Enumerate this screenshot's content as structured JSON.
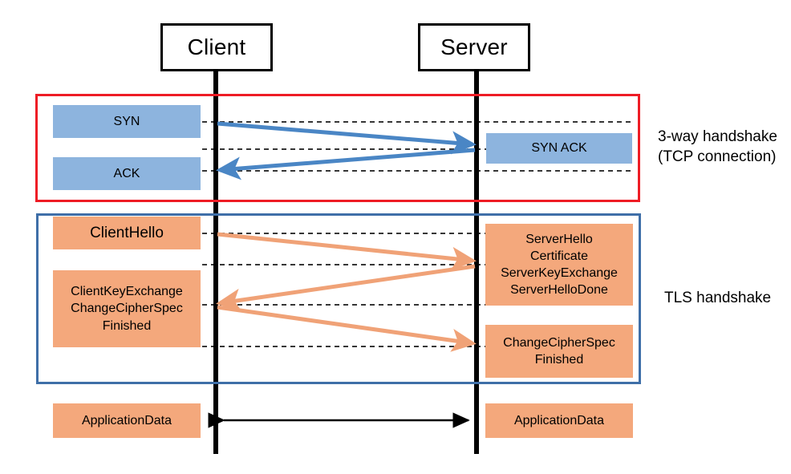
{
  "diagram": {
    "title": "TCP 3-way handshake and TLS handshake sequence diagram",
    "colors": {
      "blue_fill": "#8db4de",
      "orange_fill": "#f4a87c",
      "blue_arrow": "#4a86c5",
      "orange_arrow": "#f0a277",
      "red_group_border": "#ee1c25",
      "blue_group_border": "#3f6fa8",
      "lifeline": "#000000",
      "dashed_guide": "#000000"
    }
  },
  "participants": [
    {
      "name": "client",
      "label": "Client"
    },
    {
      "name": "server",
      "label": "Server"
    }
  ],
  "groups": [
    {
      "name": "tcp-handshake",
      "caption": "3-way handshake\n(TCP connection)",
      "border_color": "#ee1c25"
    },
    {
      "name": "tls-handshake",
      "caption": "TLS handshake",
      "border_color": "#3f6fa8"
    }
  ],
  "messages": {
    "client": [
      {
        "name": "syn",
        "label": "SYN",
        "color": "blue"
      },
      {
        "name": "ack",
        "label": "ACK",
        "color": "blue"
      },
      {
        "name": "client-hello",
        "label": "ClientHello",
        "color": "orange"
      },
      {
        "name": "client-key-exchange",
        "label": "ClientKeyExchange\nChangeCipherSpec\nFinished",
        "color": "orange"
      },
      {
        "name": "client-application-data",
        "label": "ApplicationData",
        "color": "orange"
      }
    ],
    "server": [
      {
        "name": "syn-ack",
        "label": "SYN ACK",
        "color": "blue"
      },
      {
        "name": "server-hello",
        "label": "ServerHello\nCertificate\nServerKeyExchange\nServerHelloDone",
        "color": "orange"
      },
      {
        "name": "server-change-cipher-spec",
        "label": "ChangeCipherSpec\nFinished",
        "color": "orange"
      },
      {
        "name": "server-application-data",
        "label": "ApplicationData",
        "color": "orange"
      }
    ]
  },
  "arrows": [
    {
      "name": "arrow-syn",
      "from": "client",
      "to": "server",
      "color": "#4a86c5",
      "direction": "right"
    },
    {
      "name": "arrow-syn-ack",
      "from": "server",
      "to": "client",
      "color": "#4a86c5",
      "direction": "left"
    },
    {
      "name": "arrow-client-hello",
      "from": "client",
      "to": "server",
      "color": "#f0a277",
      "direction": "right"
    },
    {
      "name": "arrow-server-hello",
      "from": "server",
      "to": "client",
      "color": "#f0a277",
      "direction": "left"
    },
    {
      "name": "arrow-client-key-exchange",
      "from": "client",
      "to": "server",
      "color": "#f0a277",
      "direction": "right"
    },
    {
      "name": "arrow-application-data",
      "from": "client",
      "to": "server",
      "color": "#000000",
      "direction": "both"
    }
  ]
}
